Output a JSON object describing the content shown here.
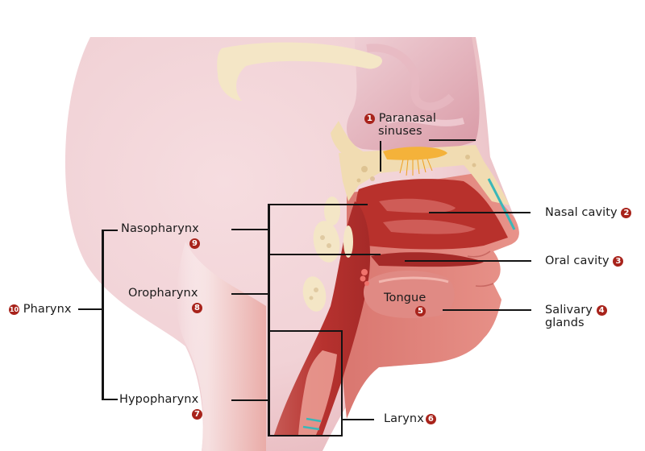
{
  "diagram": {
    "type": "anatomical-illustration",
    "subject": "Sagittal section of head and neck",
    "colors": {
      "marker": "#a8231b",
      "leader_line": "#141414",
      "label_text": "#1a1a1a",
      "tissue": "#d97a72",
      "cavity": "#b8312c",
      "bone": "#f1dcb2",
      "brain": "#e9b8c0",
      "olfactory": "#f4b23a",
      "cartilage": "#3ab7b8"
    }
  },
  "labels": {
    "paranasal": {
      "number": "1",
      "text_line1": "Paranasal",
      "text_line2": "sinuses"
    },
    "nasal": {
      "number": "2",
      "text": "Nasal cavity"
    },
    "oral": {
      "number": "3",
      "text": "Oral cavity"
    },
    "salivary": {
      "number": "4",
      "text_line1": "Salivary",
      "text_line2": "glands"
    },
    "tongue": {
      "number": "5",
      "text": "Tongue"
    },
    "larynx": {
      "number": "6",
      "text": "Larynx"
    },
    "hypopharynx": {
      "number": "7",
      "text": "Hypopharynx"
    },
    "oropharynx": {
      "number": "8",
      "text": "Oropharynx"
    },
    "nasopharynx": {
      "number": "9",
      "text": "Nasopharynx"
    },
    "pharynx": {
      "number": "10",
      "text": "Pharynx"
    }
  }
}
